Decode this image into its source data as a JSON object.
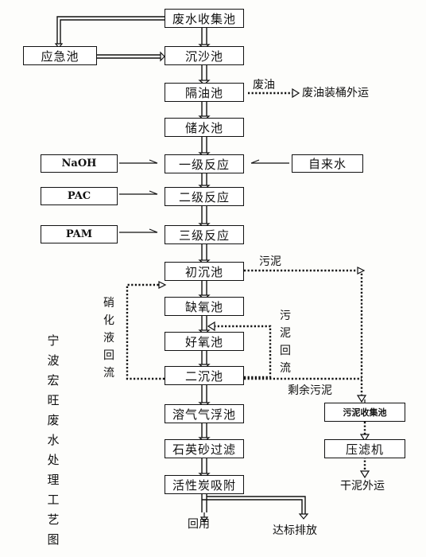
{
  "nodes": {
    "collect": "废水收集池",
    "emergency": "应急池",
    "grit": "沉沙池",
    "oil_sep": "隔油池",
    "oil_dest": "废油装桶外运",
    "storage": "储水池",
    "naoh": "NaOH",
    "react1": "一级反应",
    "tap": "自来水",
    "pac": "PAC",
    "react2": "二级反应",
    "pam": "PAM",
    "react3": "三级反应",
    "primary": "初沉池",
    "anoxic": "缺氧池",
    "aerobic": "好氧池",
    "secondary": "二沉池",
    "daf": "溶气气浮池",
    "sand": "石英砂过滤",
    "carbon": "活性炭吸附",
    "sludge_tank": "污泥收集池",
    "press": "压滤机"
  },
  "labels": {
    "waste_oil": "废油",
    "sludge": "污泥",
    "nitrate_return": "硝化液回流",
    "sludge_return": "污泥回流",
    "excess_sludge": "剩余污泥",
    "reuse": "回用",
    "discharge": "达标排放",
    "dry_sludge": "干泥外运"
  },
  "side_title": "宁波宏旺废水处理工艺图"
}
